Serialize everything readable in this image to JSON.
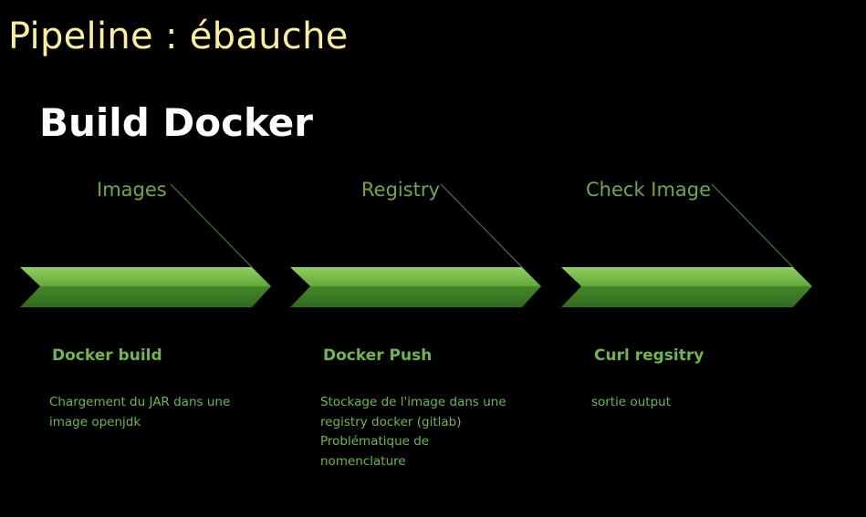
{
  "title": "Pipeline : ébauche",
  "subtitle": "Build Docker",
  "colors": {
    "title": "#fbef9c",
    "subtitle": "#ffffff",
    "accent": "#6fb64b",
    "arrow_light": "#71b843",
    "arrow_dark": "#3a7a23"
  },
  "stages": [
    {
      "label": "Images",
      "heading": "Docker build",
      "description": [
        "Chargement du JAR dans une image openjdk"
      ]
    },
    {
      "label": "Registry",
      "heading": "Docker Push",
      "description": [
        "Stockage de l'image dans une registry docker (gitlab)",
        "Problématique de nomenclature"
      ]
    },
    {
      "label": "Check Image",
      "heading": "Curl regsitry",
      "description": [
        "sortie output"
      ]
    }
  ]
}
